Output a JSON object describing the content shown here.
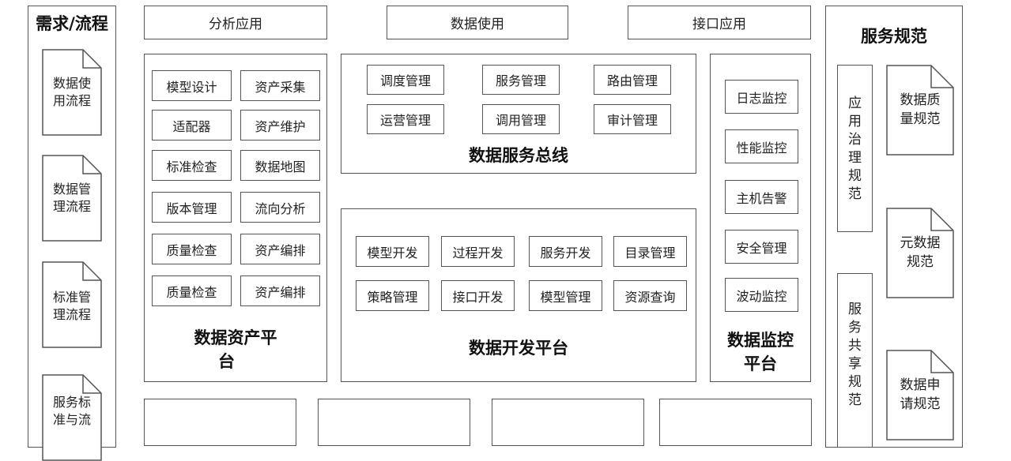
{
  "left_column": {
    "title": "需求/流程",
    "docs": [
      {
        "line1": "数据使",
        "line2": "用流程"
      },
      {
        "line1": "数据管",
        "line2": "理流程"
      },
      {
        "line1": "标准管",
        "line2": "理流程"
      },
      {
        "line1": "服务标",
        "line2": "准与流"
      }
    ]
  },
  "top_apps": [
    "分析应用",
    "数据使用",
    "接口应用"
  ],
  "asset_platform": {
    "title_line1": "数据资产平",
    "title_line2": "台",
    "items": [
      "模型设计",
      "资产采集",
      "适配器",
      "资产维护",
      "标准检查",
      "数据地图",
      "版本管理",
      "流向分析",
      "质量检查",
      "资产编排",
      "质量检查",
      "资产编排"
    ]
  },
  "service_bus": {
    "title": "数据服务总线",
    "items": [
      "调度管理",
      "服务管理",
      "路由管理",
      "运营管理",
      "调用管理",
      "审计管理"
    ]
  },
  "dev_platform": {
    "title": "数据开发平台",
    "items": [
      "模型开发",
      "过程开发",
      "服务开发",
      "目录管理",
      "策略管理",
      "接口开发",
      "模型管理",
      "资源查询"
    ]
  },
  "monitor_platform": {
    "title_line1": "数据监控",
    "title_line2": "平台",
    "items": [
      "日志监控",
      "性能监控",
      "主机告警",
      "安全管理",
      "波动监控"
    ]
  },
  "service_spec": {
    "title": "服务规范",
    "vertical_1": "应用治理规范",
    "vertical_2": "服务共享规范",
    "docs": [
      {
        "line1": "数据质",
        "line2": "量规范"
      },
      {
        "line1": "元数据",
        "line2": "规范"
      },
      {
        "line1": "数据申",
        "line2": "请规范"
      }
    ]
  }
}
